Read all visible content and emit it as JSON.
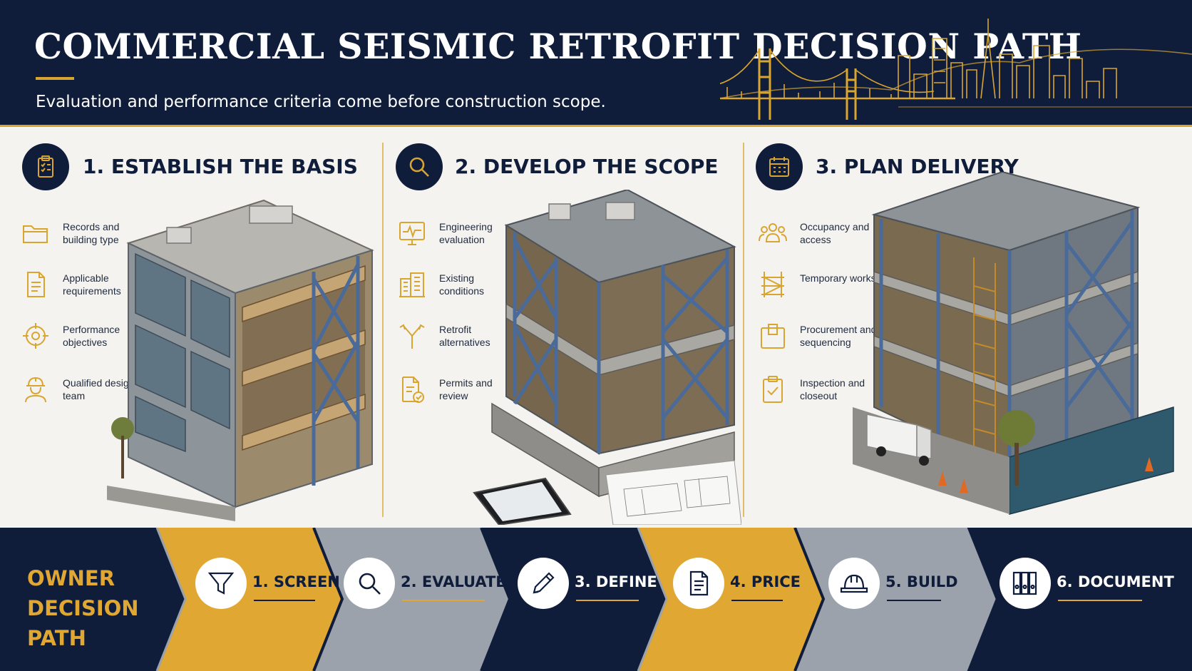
{
  "header": {
    "title": "COMMERCIAL SEISMIC RETROFIT DECISION PATH",
    "subtitle": "Evaluation and performance criteria come before construction scope."
  },
  "colors": {
    "navy": "#0f1d3a",
    "gold": "#d9a531",
    "gray": "#9ba2ac",
    "panel_bg": "#f4f3f0"
  },
  "panels": [
    {
      "heading": "1. ESTABLISH THE BASIS",
      "icon": "clipboard-checklist-icon",
      "items": [
        {
          "text": "Records and building type",
          "icon": "folder-icon"
        },
        {
          "text": "Applicable requirements",
          "icon": "document-icon"
        },
        {
          "text": "Performance objectives",
          "icon": "target-icon"
        },
        {
          "text": "Qualified design team",
          "icon": "engineer-hardhat-icon"
        }
      ]
    },
    {
      "heading": "2. DEVELOP THE SCOPE",
      "icon": "magnifier-icon",
      "items": [
        {
          "text": "Engineering evaluation",
          "icon": "monitor-chart-icon"
        },
        {
          "text": "Existing conditions",
          "icon": "building-icon"
        },
        {
          "text": "Retrofit alternatives",
          "icon": "branching-arrows-icon"
        },
        {
          "text": "Permits and review",
          "icon": "document-check-icon"
        }
      ]
    },
    {
      "heading": "3. PLAN DELIVERY",
      "icon": "calendar-icon",
      "items": [
        {
          "text": "Occupancy and access",
          "icon": "people-group-icon"
        },
        {
          "text": "Temporary works",
          "icon": "scaffold-icon"
        },
        {
          "text": "Procurement and sequencing",
          "icon": "package-icon"
        },
        {
          "text": "Inspection and closeout",
          "icon": "clipboard-check-icon"
        }
      ]
    }
  ],
  "decision_path": {
    "label": "OWNER DECISION PATH",
    "steps": [
      {
        "label": "1. SCREEN",
        "icon": "funnel-icon",
        "fill": "gold"
      },
      {
        "label": "2. EVALUATE",
        "icon": "magnifier-icon",
        "fill": "gray"
      },
      {
        "label": "3. DEFINE",
        "icon": "pencil-icon",
        "fill": "navy"
      },
      {
        "label": "4. PRICE",
        "icon": "document-icon",
        "fill": "gold"
      },
      {
        "label": "5. BUILD",
        "icon": "hardhat-icon",
        "fill": "gray"
      },
      {
        "label": "6. DOCUMENT",
        "icon": "binders-icon",
        "fill": "navy"
      }
    ]
  }
}
